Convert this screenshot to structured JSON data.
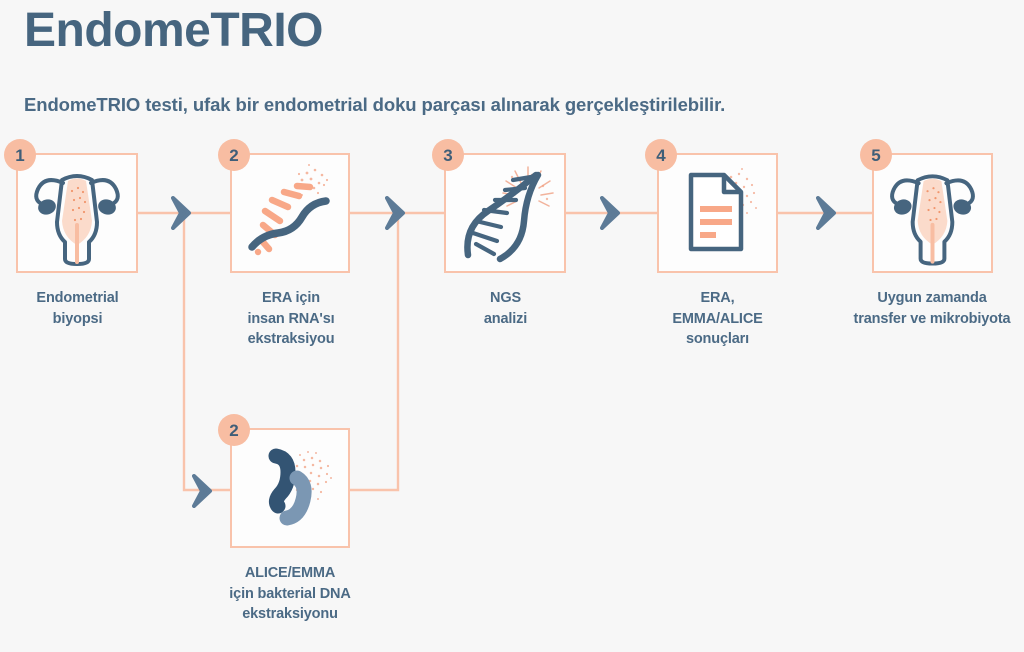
{
  "page": {
    "title": "EndomeTRIO",
    "subtitle": "EndomeTRIO testi, ufak bir endometrial doku parçası alınarak gerçekleştirilebilir.",
    "background_color": "#f7f7f7",
    "accent_color": "#f8bda2",
    "line_color": "#f9c3ab",
    "text_color": "#4b6a85",
    "icon_dark_color": "#46657f",
    "icon_light_color": "#7b97b3"
  },
  "flow": {
    "main_steps": [
      {
        "number": "1",
        "icon": "uterus-icon",
        "caption_lines": [
          "Endometrial",
          "biyopsi"
        ]
      },
      {
        "number": "2",
        "icon": "rna-strand-icon",
        "caption_lines": [
          "ERA için",
          "insan RNA'sı",
          "ekstraksiyou"
        ]
      },
      {
        "number": "3",
        "icon": "dna-double-helix-icon",
        "caption_lines": [
          "NGS",
          "analizi"
        ]
      },
      {
        "number": "4",
        "icon": "document-report-icon",
        "caption_lines": [
          "ERA,",
          "EMMA/ALICE",
          "sonuçları"
        ]
      },
      {
        "number": "5",
        "icon": "uterus-icon",
        "caption_lines": [
          "Uygun zamanda",
          "transfer ve mikrobiyota"
        ]
      }
    ],
    "branch_step": {
      "number": "2",
      "icon": "bacteria-icon",
      "caption_lines": [
        "ALICE/EMMA",
        "için bakterial DNA",
        "ekstraksiyonu"
      ]
    },
    "connectors": [
      {
        "name": "arrow-step1-to-step2"
      },
      {
        "name": "arrow-step2-to-step3"
      },
      {
        "name": "arrow-step3-to-step4"
      },
      {
        "name": "arrow-step4-to-step5"
      },
      {
        "name": "arrow-branch-to-bacteria-step"
      }
    ]
  }
}
